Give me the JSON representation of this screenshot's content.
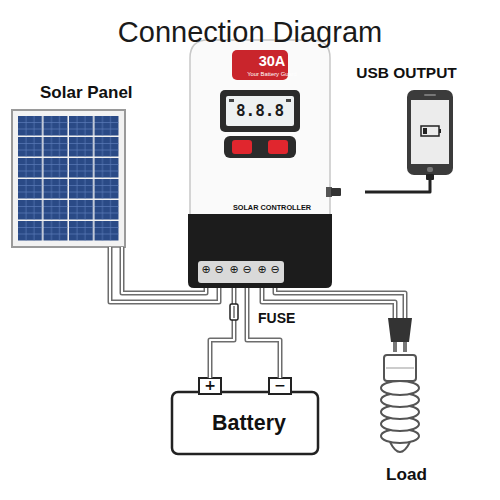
{
  "diagram": {
    "title": "Connection Diagram",
    "nodes": [
      {
        "text": [
          "Solar Panel"
        ]
      },
      {
        "text": [
          "30A",
          "Your Battery Guard",
          "SOLAR CONTROLLER"
        ]
      },
      {
        "text": [
          "USB OUTPUT"
        ]
      },
      {
        "text": [
          "Battery"
        ]
      },
      {
        "text": [
          "Load"
        ]
      }
    ],
    "edges": [
      {
        "from": 0,
        "to": 1,
        "arrow": "none"
      },
      {
        "from": 1,
        "to": 2,
        "arrow": "none"
      },
      {
        "from": 1,
        "to": 3,
        "label": "FUSE",
        "arrow": "none"
      },
      {
        "from": 1,
        "to": 4,
        "arrow": "none"
      }
    ],
    "labels": [
      "8.8.8",
      "⊕",
      "⊖",
      "⊕",
      "⊖",
      "⊕",
      "⊖",
      "+",
      "−"
    ]
  }
}
